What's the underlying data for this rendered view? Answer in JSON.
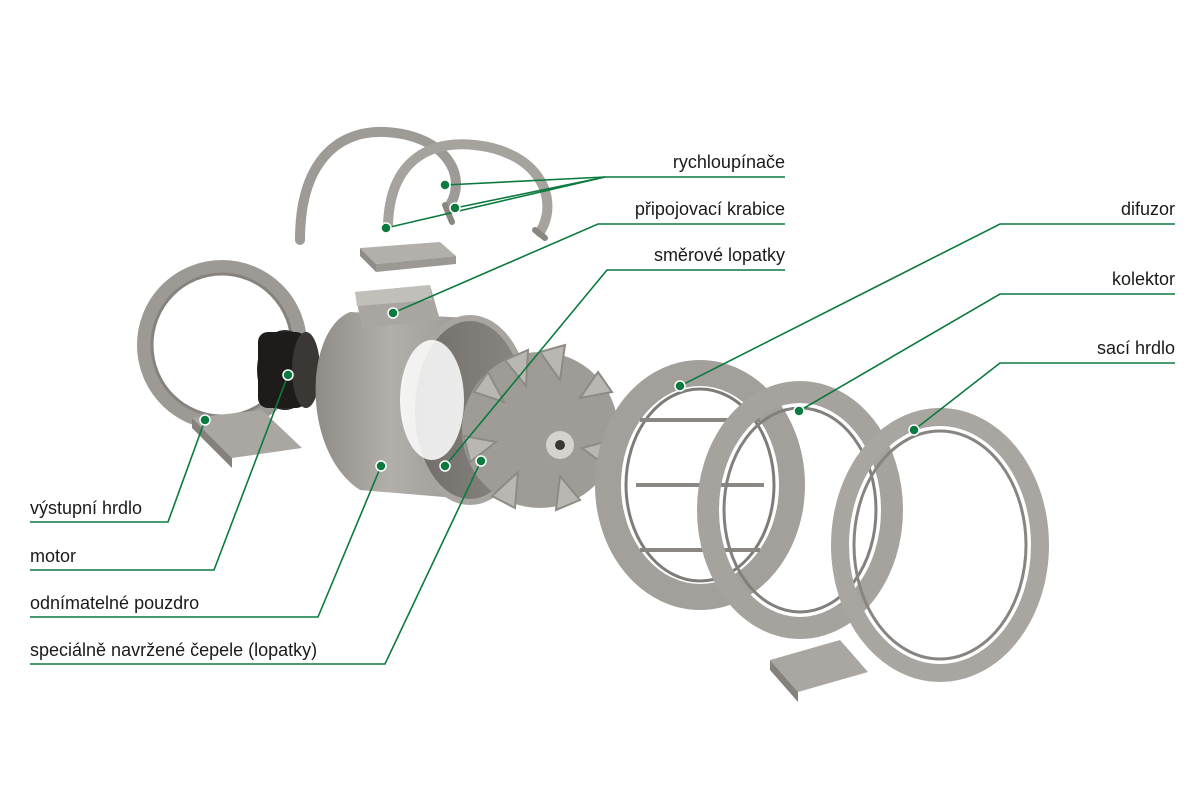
{
  "diagram": {
    "accent_color": "#0b7a3e",
    "part_color": "#a3a09c",
    "labels": {
      "rychloupinace": "rychloupínače",
      "pripojovaci_krabice": "připojovací krabice",
      "smerove_lopatky": "směrové lopatky",
      "difuzor": "difuzor",
      "kolektor": "kolektor",
      "saci_hrdlo": "sací hrdlo",
      "vystupni_hrdlo": "výstupní hrdlo",
      "motor": "motor",
      "odnimatelne_pouzdro": "odnímatelné pouzdro",
      "specialne_cepele": "speciálně navržené čepele (lopatky)"
    }
  }
}
